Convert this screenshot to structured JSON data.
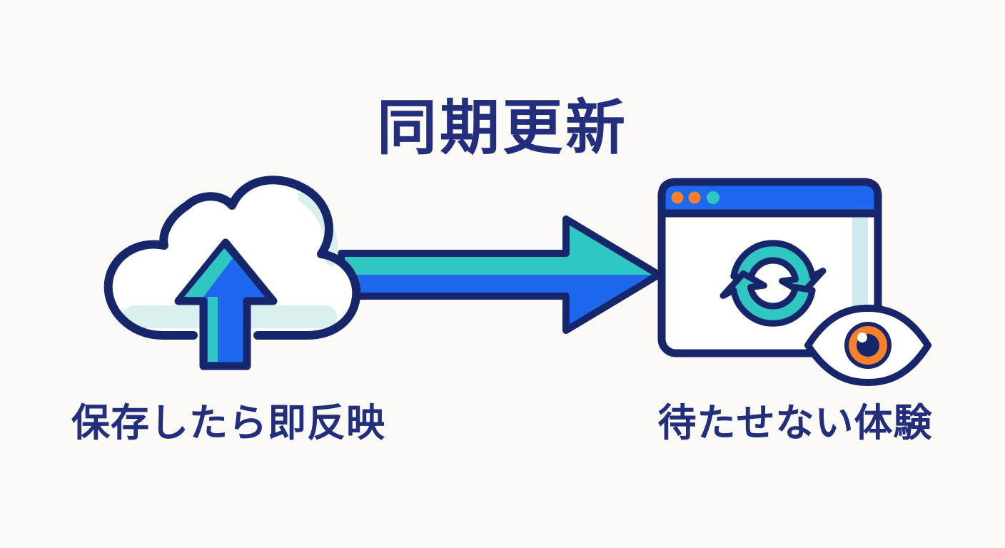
{
  "title": "同期更新",
  "left_item": {
    "caption": "保存したら即反映",
    "icon": "cloud-upload-icon"
  },
  "flow_arrow": {
    "icon": "arrow-right-icon"
  },
  "right_item": {
    "caption": "待たせない体験",
    "icons": [
      "browser-window-icon",
      "sync-refresh-icon",
      "eye-icon"
    ]
  },
  "colors": {
    "background": "#fbfaf7",
    "ink": "#232e7c",
    "line": "#17266b",
    "blue": "#1e68f0",
    "teal": "#30c7c2",
    "light-teal": "#d9f0ee",
    "strip-teal": "#cfe9f1",
    "orange": "#f5812c",
    "white": "#ffffff"
  }
}
